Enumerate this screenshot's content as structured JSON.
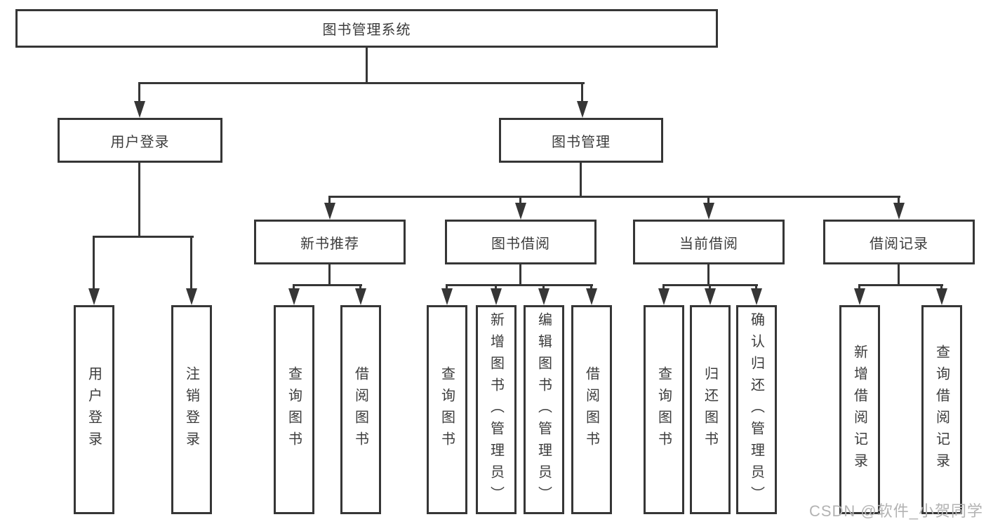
{
  "diagram": {
    "root": {
      "label": "图书管理系统"
    },
    "branches": [
      {
        "label": "用户登录",
        "children": [
          {
            "label": "用户登录"
          },
          {
            "label": "注销登录"
          }
        ]
      },
      {
        "label": "图书管理",
        "children": [
          {
            "label": "新书推荐",
            "children": [
              {
                "label": "查询图书"
              },
              {
                "label": "借阅图书"
              }
            ]
          },
          {
            "label": "图书借阅",
            "children": [
              {
                "label": "查询图书"
              },
              {
                "label": "新增图书（管理员）"
              },
              {
                "label": "编辑图书（管理员）"
              },
              {
                "label": "借阅图书"
              }
            ]
          },
          {
            "label": "当前借阅",
            "children": [
              {
                "label": "查询图书"
              },
              {
                "label": "归还图书"
              },
              {
                "label": "确认归还（管理员）"
              }
            ]
          },
          {
            "label": "借阅记录",
            "children": [
              {
                "label": "新增借阅记录"
              },
              {
                "label": "查询借阅记录"
              }
            ]
          }
        ]
      }
    ]
  },
  "watermark": {
    "text": "CSDN @软件_小贺同学"
  },
  "colors": {
    "line": "#363636",
    "box_fill": "#ffffff",
    "text": "#3c3c3c",
    "watermark": "#b3b3b3",
    "background": "#ffffff"
  }
}
